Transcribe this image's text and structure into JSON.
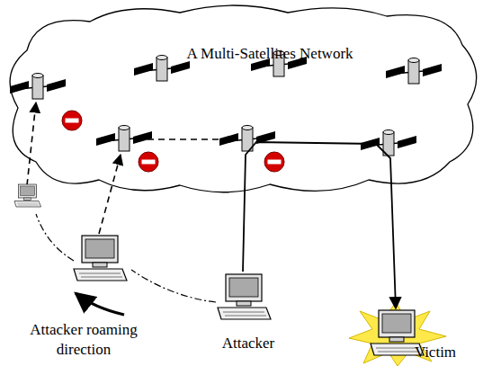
{
  "diagram": {
    "nodes": [
      {
        "text": [
          "A Multi-Satellites Network"
        ]
      },
      {
        "text": [
          "Attacker"
        ]
      },
      {
        "text": [
          "Victim"
        ]
      }
    ],
    "edges": [
      {
        "from": 1,
        "to": 2,
        "arrow": "to"
      }
    ],
    "labels": [
      "Attacker roaming direction"
    ]
  }
}
